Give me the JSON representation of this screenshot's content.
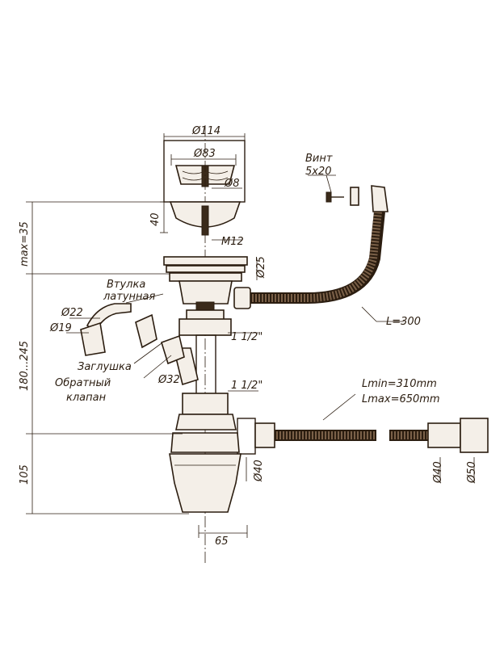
{
  "diagram": {
    "labels": {
      "d114": "Ø114",
      "d83": "Ø83",
      "d8": "Ø8",
      "h40": "40",
      "m12": "M12",
      "d25": "Ø25",
      "vint": "Винт",
      "vint_size": "5x20",
      "l300": "L=300",
      "vtulka1": "Втулка",
      "vtulka2": "латунная",
      "d22": "Ø22",
      "d19": "Ø19",
      "zaglushka": "Заглушка",
      "obratny1": "Обратный",
      "obratny2": "клапан",
      "d32": "Ø32",
      "thread_top": "1 1/2\"",
      "thread_bottom": "1 1/2\"",
      "lmin": "Lmin=310mm",
      "lmax": "Lmax=650mm",
      "d40_trap": "Ø40",
      "d40_hose": "Ø40",
      "d50": "Ø50",
      "max35": "max=35",
      "h180_245": "180...245",
      "h105": "105",
      "w65": "65"
    }
  }
}
